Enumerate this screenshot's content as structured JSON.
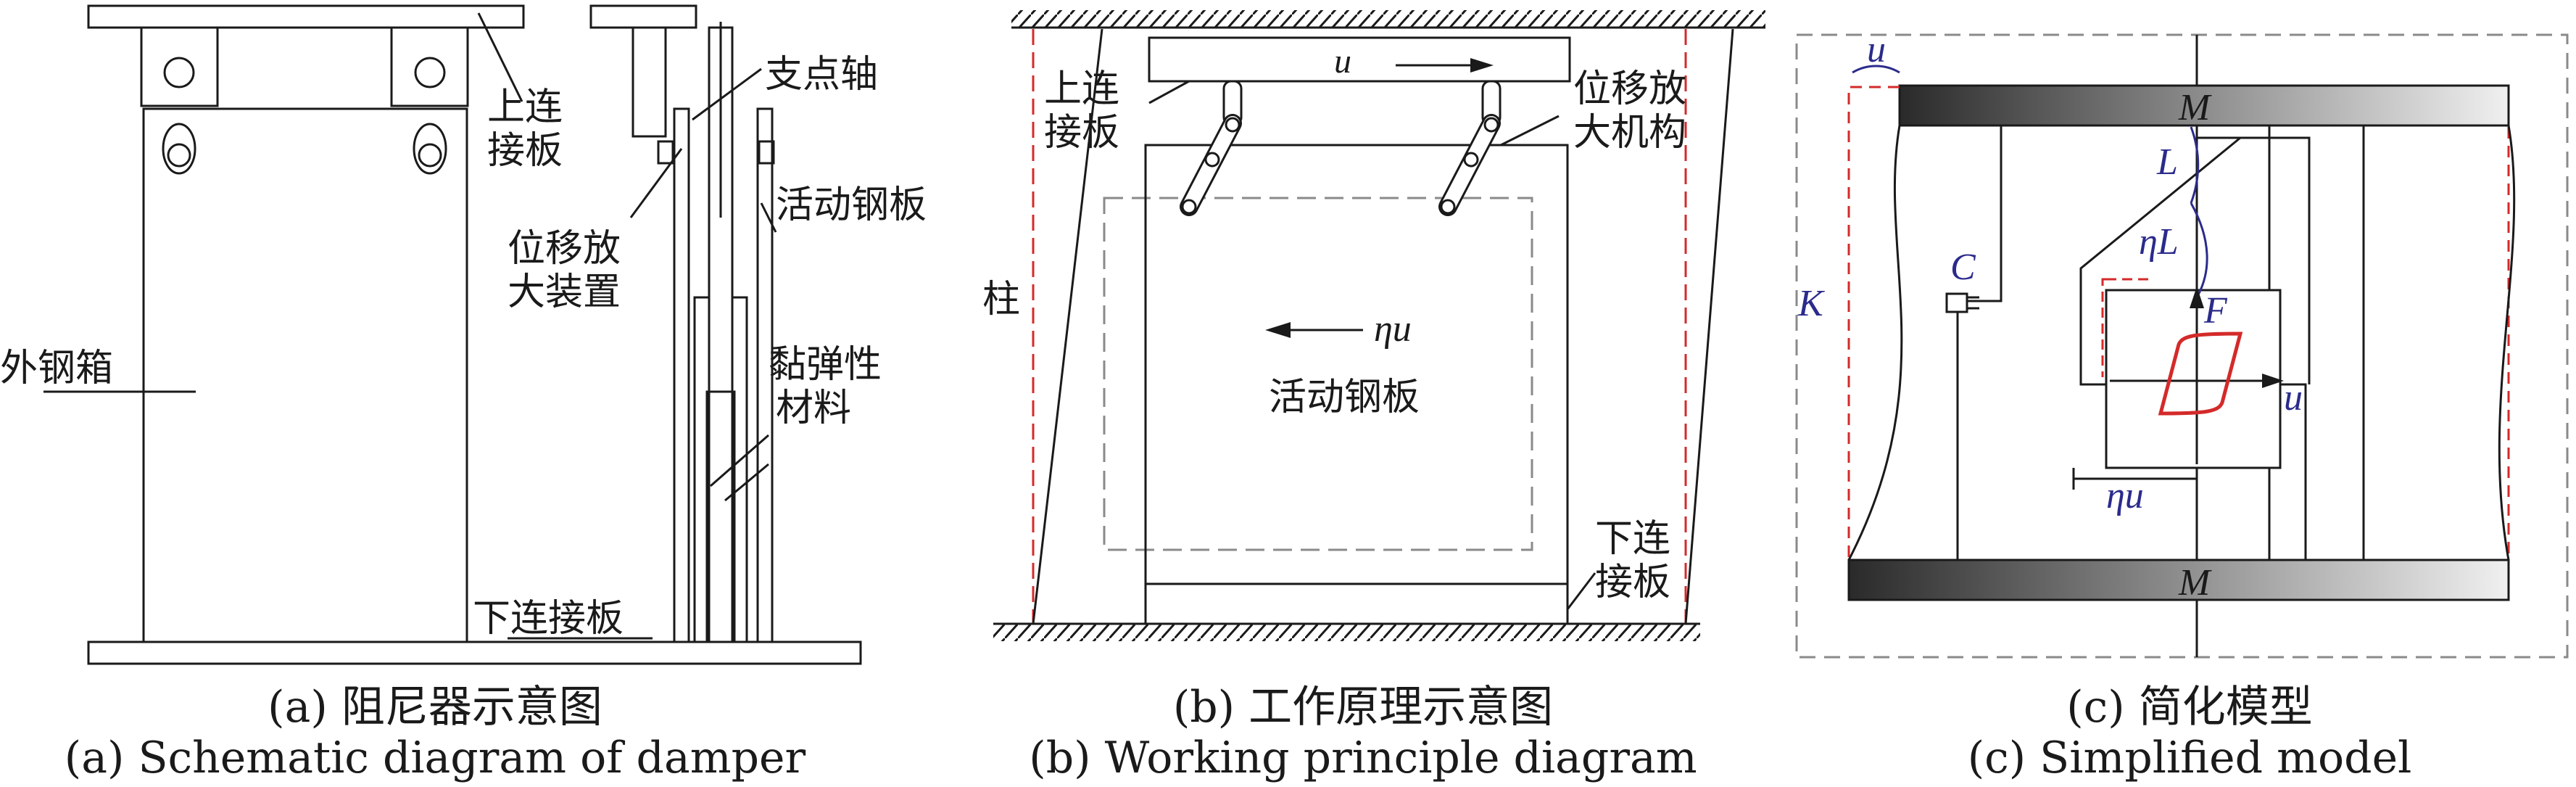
{
  "panel_a": {
    "labels": {
      "top_plate": "上连接板",
      "top_plate_l1": "上连",
      "top_plate_l2": "接板",
      "pivot_axis": "支点轴",
      "amplifier_l1": "位移放",
      "amplifier_l2": "大装置",
      "movable_plate": "活动钢板",
      "outer_box": "外钢箱",
      "visco_l1": "黏弹性",
      "visco_l2": "材料",
      "bottom_plate": "下连接板"
    },
    "caption_cn": "(a) 阻尼器示意图",
    "caption_en": "(a) Schematic diagram of damper"
  },
  "panel_b": {
    "labels": {
      "top_plate_l1": "上连",
      "top_plate_l2": "接板",
      "mech_l1": "位移放",
      "mech_l2": "大机构",
      "column": "柱",
      "disp_u": "u",
      "disp_eta": "ηu",
      "movable_plate": "活动钢板",
      "bottom_l1": "下连",
      "bottom_l2": "接板"
    },
    "caption_cn": "(b) 工作原理示意图",
    "caption_en": "(b) Working principle diagram"
  },
  "panel_c": {
    "labels": {
      "u_top": "u",
      "mass_top": "M",
      "mass_bottom": "M",
      "L": "L",
      "eta_L": "ηL",
      "C": "C",
      "K": "K",
      "F": "F",
      "u_axis": "u",
      "eta_u": "ηu"
    },
    "caption_cn": "(c) 简化模型",
    "caption_en": "(c) Simplified model"
  },
  "colors": {
    "line": "#1a1a1a",
    "red_dash": "#d42a2a",
    "gray_dash": "#8a8a8a",
    "hysteresis": "#d42a2a",
    "label_blue": "#2b2b8c"
  }
}
